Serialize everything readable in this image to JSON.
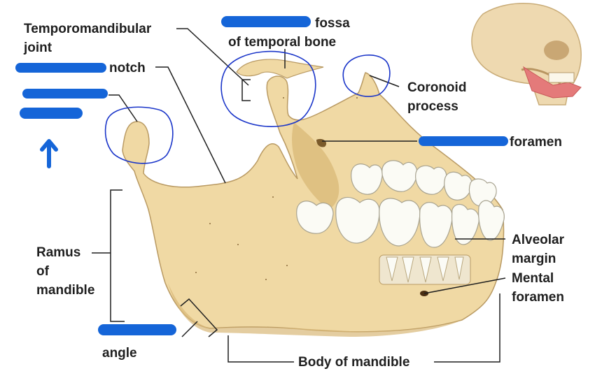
{
  "labels": {
    "tmj": [
      "Temporomandibular",
      "joint"
    ],
    "notch": "notch",
    "fossa": [
      "fossa",
      "of temporal bone"
    ],
    "coronoid": [
      "Coronoid",
      "process"
    ],
    "foramen": "foramen",
    "ramus": [
      "Ramus",
      "of",
      "mandible"
    ],
    "alveolar": [
      "Alveolar",
      "margin"
    ],
    "mental": [
      "Mental",
      "foramen"
    ],
    "angle": "angle",
    "body": "Body of mandible"
  },
  "colors": {
    "bone": "#f0d9a4",
    "bone_shadow": "#d9b877",
    "tooth": "#fbfbf5",
    "annotation_ink": "#1565d8",
    "leader_line": "#1f1f1f",
    "skull_accent": "#e47a7a"
  },
  "icons": {
    "up_arrow": "up-arrow-icon"
  }
}
